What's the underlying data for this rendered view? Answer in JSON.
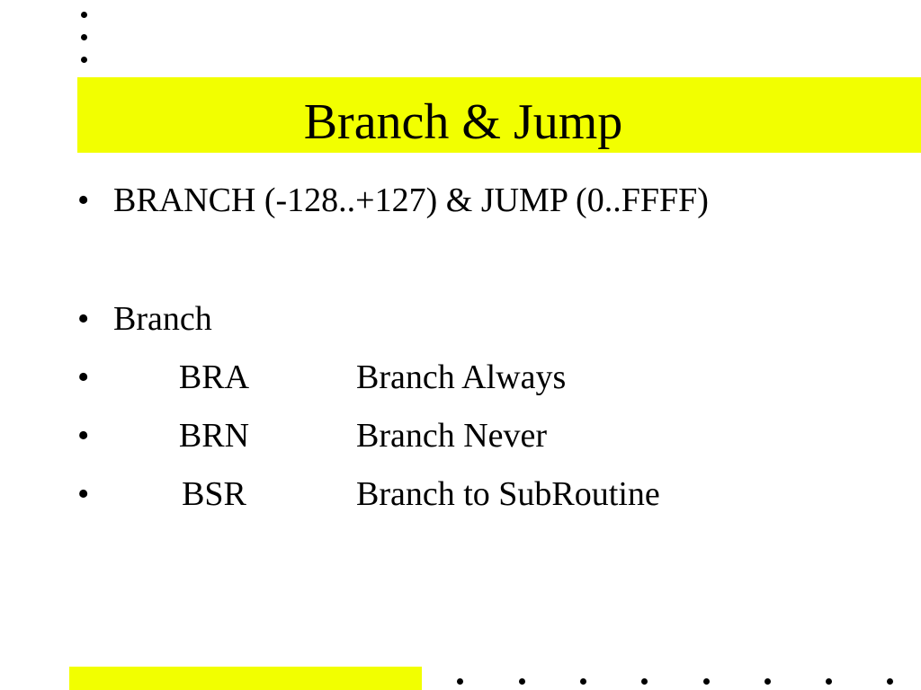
{
  "colors": {
    "accent_yellow": "#f2ff00",
    "text": "#000000",
    "background": "#ffffff"
  },
  "slide": {
    "title": "Branch & Jump",
    "bullets": [
      {
        "mark": "•",
        "text": "BRANCH (-128..+127) & JUMP (0..FFFF)"
      },
      {
        "mark": "•",
        "text": "Branch"
      }
    ],
    "instructions": [
      {
        "mark": "•",
        "code": "BRA",
        "description": "Branch Always"
      },
      {
        "mark": "•",
        "code": "BRN",
        "description": "Branch Never"
      },
      {
        "mark": "•",
        "code": "BSR",
        "description": "Branch to SubRoutine"
      }
    ]
  }
}
